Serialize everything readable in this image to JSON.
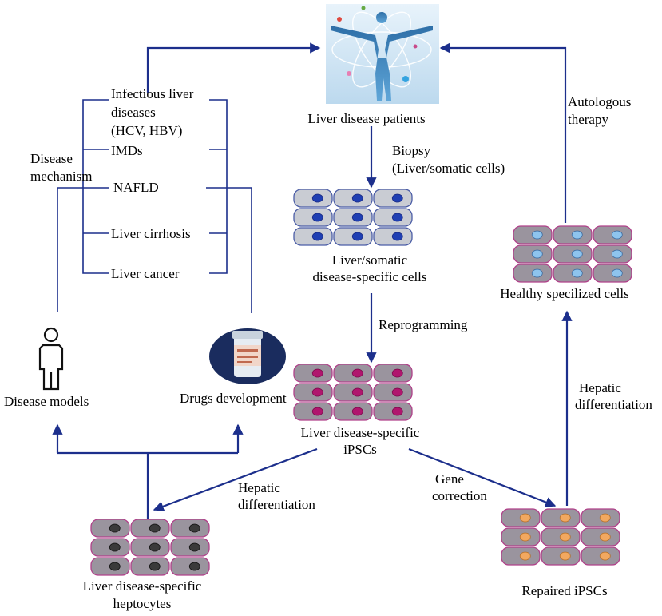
{
  "diagram": {
    "colors": {
      "arrow": "#1c2f8c",
      "cell_fill": "#9a949e",
      "cell_stroke_blue": "#4b5da6",
      "cell_stroke_magenta": "#b0418a",
      "nucleus_patient": "#1f3fb3",
      "nucleus_ipsc": "#b0166e",
      "nucleus_healthy": "#8ec4ee",
      "nucleus_repaired": "#f2a860",
      "nucleus_hepatocyte": "#3a3a3a",
      "patient_cell_fill": "#c9ccd3",
      "drug_disc": "#1a2c5e"
    },
    "labels": {
      "liver_disease_patients": "Liver disease patients",
      "biopsy_line1": "Biopsy",
      "biopsy_line2": "(Liver/somatic cells)",
      "somatic_cells_line1": "Liver/somatic",
      "somatic_cells_line2": "disease-specific cells",
      "reprogramming": "Reprogramming",
      "ipscs_line1": "Liver disease-specific",
      "ipscs_line2": "iPSCs",
      "gene_line1": "Gene",
      "gene_line2": "correction",
      "repaired_ipscs": "Repaired iPSCs",
      "hepatic_right_line1": "Hepatic",
      "hepatic_right_line2": "differentiation",
      "healthy_cells": "Healthy specilized cells",
      "autologous_line1": "Autologous",
      "autologous_line2": "therapy",
      "hepatic_left_line1": "Hepatic",
      "hepatic_left_line2": "differentiation",
      "heptocytes_line1": "Liver disease-specific",
      "heptocytes_line2": "heptocytes",
      "disease_models": "Disease models",
      "drugs_development": "Drugs development",
      "disease_mechanism_line1": "Disease",
      "disease_mechanism_line2": "mechanism",
      "diseases": [
        "Infectious liver",
        "diseases",
        "(HCV, HBV)",
        "IMDs",
        "NAFLD",
        "Liver cirrhosis",
        "Liver cancer"
      ]
    },
    "icons": {
      "patient_image": "human-body-figure-icon",
      "person_icon": "person-outline-icon",
      "drug_icon": "medicine-bottle-icon"
    }
  }
}
